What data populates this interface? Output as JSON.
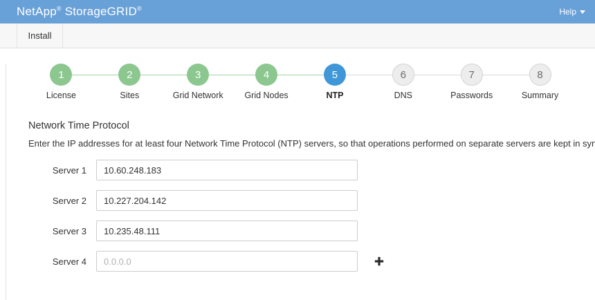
{
  "header": {
    "brand_netapp": "NetApp",
    "brand_reg1": "®",
    "brand_product": "StorageGRID",
    "brand_reg2": "®",
    "help_label": "Help",
    "bg_color": "#68a0d8"
  },
  "tabs": [
    {
      "label": "Install",
      "active": true
    }
  ],
  "stepper": {
    "done_color": "#8bc78f",
    "current_color": "#3f97d8",
    "upcoming_color": "#ededed",
    "steps": [
      {
        "number": "1",
        "label": "License",
        "state": "done"
      },
      {
        "number": "2",
        "label": "Sites",
        "state": "done"
      },
      {
        "number": "3",
        "label": "Grid Network",
        "state": "done"
      },
      {
        "number": "4",
        "label": "Grid Nodes",
        "state": "done"
      },
      {
        "number": "5",
        "label": "NTP",
        "state": "current"
      },
      {
        "number": "6",
        "label": "DNS",
        "state": "upcoming"
      },
      {
        "number": "7",
        "label": "Passwords",
        "state": "upcoming"
      },
      {
        "number": "8",
        "label": "Summary",
        "state": "upcoming"
      }
    ]
  },
  "main": {
    "title": "Network Time Protocol",
    "description": "Enter the IP addresses for at least four Network Time Protocol (NTP) servers, so that operations performed on separate servers are kept in sync.",
    "servers": [
      {
        "label": "Server 1",
        "value": "10.60.248.183",
        "placeholder": "0.0.0.0",
        "has_add": false
      },
      {
        "label": "Server 2",
        "value": "10.227.204.142",
        "placeholder": "0.0.0.0",
        "has_add": false
      },
      {
        "label": "Server 3",
        "value": "10.235.48.111",
        "placeholder": "0.0.0.0",
        "has_add": false
      },
      {
        "label": "Server 4",
        "value": "",
        "placeholder": "0.0.0.0",
        "has_add": true
      }
    ],
    "add_icon": "plus-icon"
  }
}
